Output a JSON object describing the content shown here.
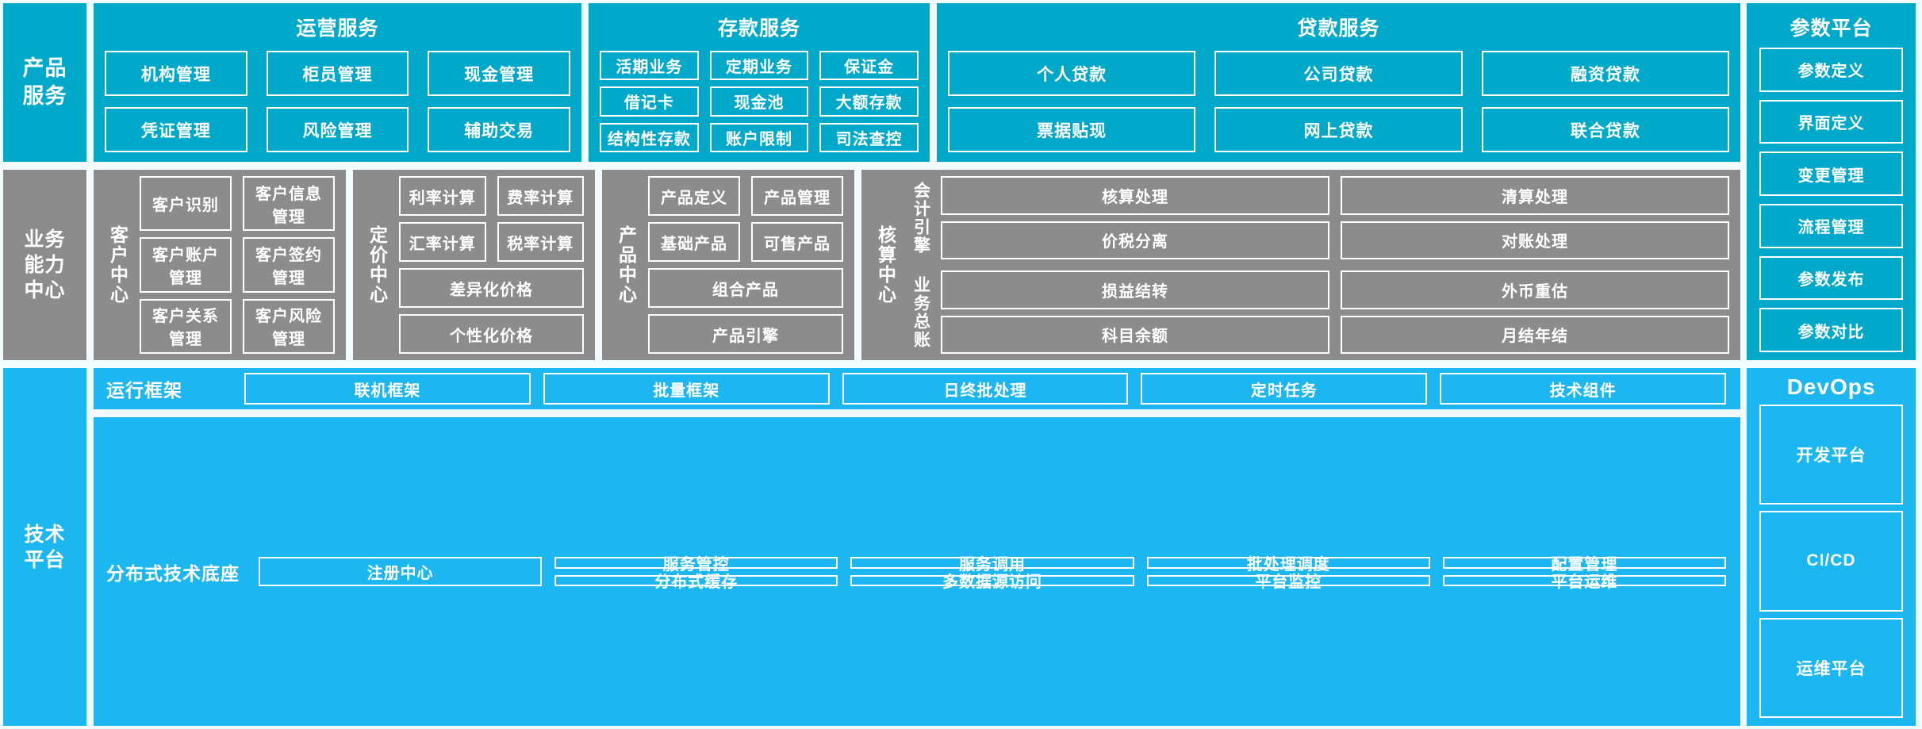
{
  "rows": {
    "product_services": {
      "label": "产品\n服务",
      "label_line1": "产品",
      "label_line2": "服务",
      "panels": [
        {
          "title": "运营服务",
          "items": [
            "机构管理",
            "柜员管理",
            "现金管理",
            "凭证管理",
            "风险管理",
            "辅助交易"
          ]
        },
        {
          "title": "存款服务",
          "items": [
            "活期业务",
            "定期业务",
            "保证金",
            "借记卡",
            "现金池",
            "大额存款",
            "结构性存款",
            "账户限制",
            "司法查控"
          ]
        },
        {
          "title": "贷款服务",
          "items": [
            "个人贷款",
            "公司贷款",
            "融资贷款",
            "票据贴现",
            "网上贷款",
            "联合贷款"
          ]
        }
      ]
    },
    "business_capability": {
      "label_line1": "业务",
      "label_line2": "能力",
      "label_line3": "中心",
      "centers": [
        {
          "name": "客户中心",
          "items": [
            "客户识别",
            "客户信息管理",
            "客户账户管理",
            "客户签约管理",
            "客户关系管理",
            "客户风险管理"
          ]
        },
        {
          "name": "定价中心",
          "items": [
            "利率计算",
            "费率计算",
            "汇率计算",
            "税率计算",
            "差异化价格",
            "个性化价格"
          ]
        },
        {
          "name": "产品中心",
          "items": [
            "产品定义",
            "产品管理",
            "基础产品",
            "可售产品",
            "组合产品",
            "产品引擎"
          ]
        },
        {
          "name": "核算中心",
          "subgroups": [
            {
              "name": "会计引擎",
              "items": [
                "核算处理",
                "清算处理",
                "价税分离",
                "对账处理"
              ]
            },
            {
              "name": "业务总账",
              "items": [
                "损益结转",
                "外币重估",
                "科目余额",
                "月结年结"
              ]
            }
          ]
        }
      ]
    },
    "technology_platform": {
      "label_line1": "技术",
      "label_line2": "平台",
      "strips": [
        {
          "name": "运行框架",
          "items": [
            "联机框架",
            "批量框架",
            "日终批处理",
            "定时任务",
            "技术组件"
          ]
        },
        {
          "name": "分布式技术底座",
          "single": "注册中心",
          "columns": [
            [
              "服务管控",
              "分布式缓存"
            ],
            [
              "服务调用",
              "多数据源访问"
            ],
            [
              "批处理调度",
              "平台监控"
            ],
            [
              "配置管理",
              "平台运维"
            ]
          ]
        }
      ]
    }
  },
  "right_column": {
    "parameter_platform": {
      "title": "参数平台",
      "items": [
        "参数定义",
        "界面定义",
        "变更管理",
        "流程管理",
        "参数发布",
        "参数对比"
      ]
    },
    "devops": {
      "title": "DevOps",
      "items": [
        "开发平台",
        "CI/CD",
        "运维平台"
      ]
    }
  },
  "colors": {
    "teal": "#00a9c9",
    "gray": "#8c8c8c",
    "blue": "#1cb7f0",
    "background": "#f2fbfd",
    "border": "#ffffff"
  }
}
